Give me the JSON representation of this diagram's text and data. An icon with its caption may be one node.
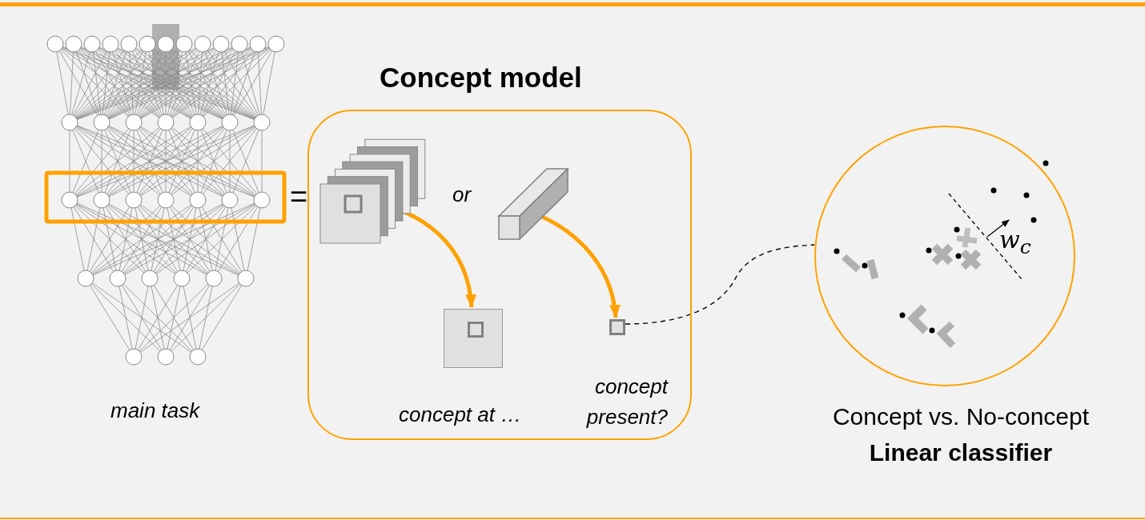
{
  "diagram": {
    "nodes": [
      {
        "text": [
          "Concept model"
        ]
      },
      {
        "text": [],
        "shape": "picture",
        "in": 0
      },
      {
        "text": [],
        "shape": "box",
        "in": 0
      },
      {
        "text": [],
        "shape": "box",
        "in": 0,
        "beside": [
          "concept at …"
        ]
      },
      {
        "text": [],
        "shape": "box",
        "in": 0,
        "beside": [
          "concept present?"
        ]
      },
      {
        "text": [
          "Concept vs. No-concept",
          "Linear classifier"
        ]
      }
    ],
    "edges": [
      {
        "from": 1,
        "to": 3,
        "arrow": "to"
      },
      {
        "from": 2,
        "to": 4,
        "arrow": "to"
      },
      {
        "from": 4,
        "to": 5,
        "arrow": "none",
        "style": "dashed",
        "color": "#000000"
      }
    ],
    "labels": [
      "=",
      "or",
      "w$_{c}$",
      "main task"
    ]
  }
}
